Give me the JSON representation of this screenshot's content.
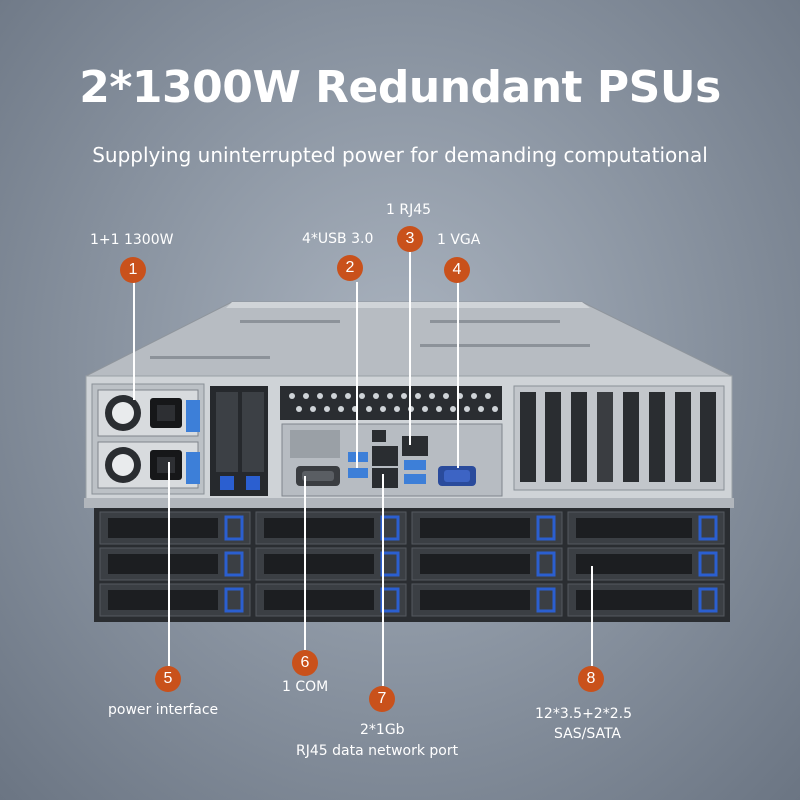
{
  "header": {
    "title": "2*1300W Redundant PSUs",
    "subtitle": "Supplying uninterrupted power for demanding computational"
  },
  "callouts": [
    {
      "number": "1",
      "label": "1+1 1300W"
    },
    {
      "number": "2",
      "label": "4*USB 3.0"
    },
    {
      "number": "3",
      "label": "1 RJ45"
    },
    {
      "number": "4",
      "label": "1 VGA"
    },
    {
      "number": "5",
      "label": "power interface"
    },
    {
      "number": "6",
      "label": "1 COM"
    },
    {
      "number": "7",
      "label_line1": "2*1Gb",
      "label_line2": "RJ45 data network port"
    },
    {
      "number": "8",
      "label_line1": "12*3.5+2*2.5",
      "label_line2": "SAS/SATA"
    }
  ],
  "colors": {
    "badge": "#c9511b",
    "drive_latch": "#2b5fd0",
    "chassis": "#c7cbd0"
  }
}
